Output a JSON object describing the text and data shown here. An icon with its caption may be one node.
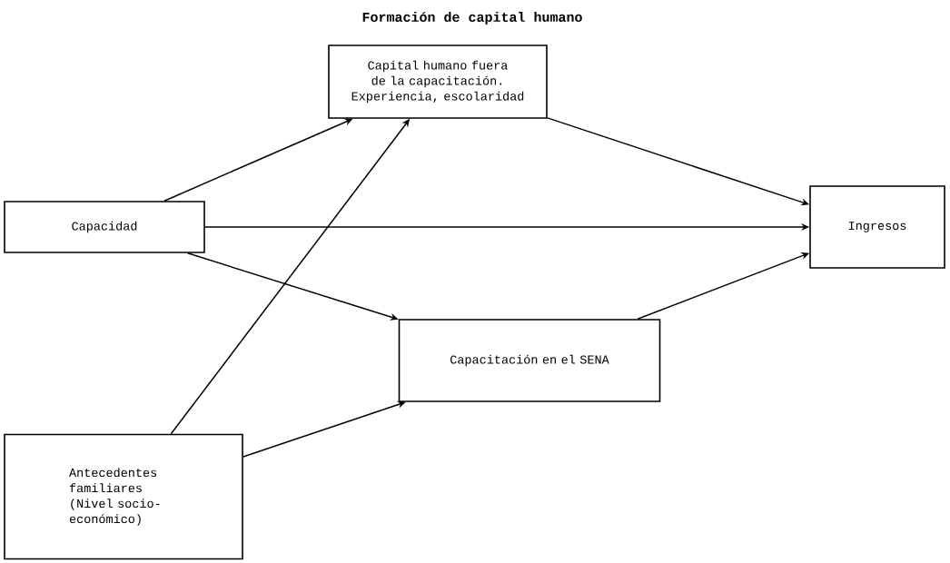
{
  "diagram": {
    "title": "Formación de capital humano",
    "nodes": [
      {
        "text": [
          "Capital humano fuera de la capacitación. Experiencia, escolaridad"
        ]
      },
      {
        "text": [
          "Capacidad"
        ]
      },
      {
        "text": [
          "Ingresos"
        ]
      },
      {
        "text": [
          "Capacitación en el SENA"
        ]
      },
      {
        "text": [
          "Antecedentes familiares (Nivel socio-económico)"
        ]
      }
    ],
    "edges": [
      {
        "from": 1,
        "to": 0,
        "arrow": "to"
      },
      {
        "from": 1,
        "to": 2,
        "arrow": "to"
      },
      {
        "from": 1,
        "to": 3,
        "arrow": "to"
      },
      {
        "from": 0,
        "to": 2,
        "arrow": "to"
      },
      {
        "from": 3,
        "to": 2,
        "arrow": "to"
      },
      {
        "from": 4,
        "to": 0,
        "arrow": "to"
      },
      {
        "from": 4,
        "to": 3,
        "arrow": "to"
      }
    ]
  }
}
